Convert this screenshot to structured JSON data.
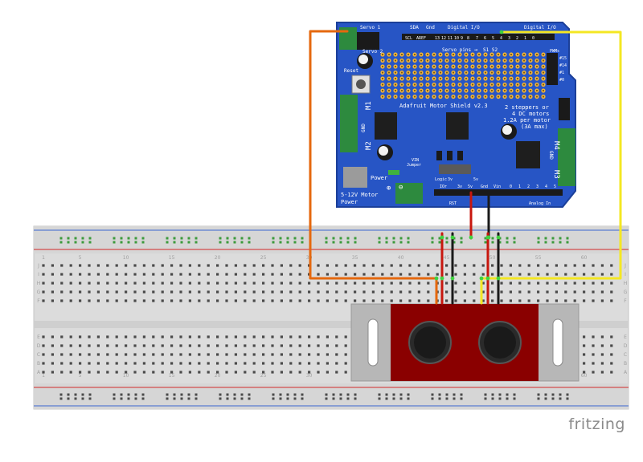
{
  "shield": {
    "header_top": [
      "Servo 1",
      "SDA",
      "Gnd",
      "Digital I/O",
      "Digital I/O"
    ],
    "servo2": "Servo 2",
    "pin_row": [
      "SCL",
      "AREF",
      "13",
      "12",
      "11",
      "10",
      "9",
      "8",
      "7",
      "6",
      "5",
      "4",
      "3",
      "2",
      "1",
      "0"
    ],
    "servo_pins": "Servo pins",
    "servo_pins_arrow": "→",
    "servo_pins_labels": "S1 S2",
    "pwms_title": "PWMs",
    "pwms": [
      "#15",
      "#14",
      "#1",
      "#0"
    ],
    "reset": "Reset",
    "m1": "M1",
    "m2": "M2",
    "m3": "M3",
    "m4": "M4",
    "gnd_left": "GND",
    "gnd_right": "GND",
    "title": "Adafruit Motor Shield v2.3",
    "info": [
      "2 steppers or",
      "4 DC motors",
      "1.2A per motor",
      "(3A max)"
    ],
    "vin_jumper": [
      "VIN",
      "Jumper"
    ],
    "logic": "Logic",
    "logic_3v": "3v",
    "logic_5v": "5v",
    "power": "Power",
    "motor_power": [
      "5-12V Motor",
      "Power"
    ],
    "minus": "⊖",
    "plus": "⊕",
    "bottom_pins": [
      "IOr",
      "3v",
      "5v",
      "Gnd",
      "Vin",
      "0",
      "1",
      "2",
      "3",
      "4",
      "5"
    ],
    "rst": "RST",
    "analog_in": "Analog In"
  },
  "breadboard": {
    "col_numbers": [
      "1",
      "5",
      "10",
      "15",
      "20",
      "25",
      "30",
      "35",
      "40",
      "45",
      "50",
      "55",
      "60"
    ],
    "row_letters_top": [
      "J",
      "I",
      "H",
      "G",
      "F"
    ],
    "row_letters_bottom": [
      "E",
      "D",
      "C",
      "B",
      "A"
    ]
  },
  "wires": {
    "orange": "#e5680e",
    "yellow": "#f4e723",
    "red": "#c8170e",
    "black": "#1a1a1a"
  },
  "colors": {
    "shield_blue": "#2755c5",
    "sensor_red": "#8a0000",
    "breadboard": "#dcdcdc"
  },
  "logo": "fritzing"
}
